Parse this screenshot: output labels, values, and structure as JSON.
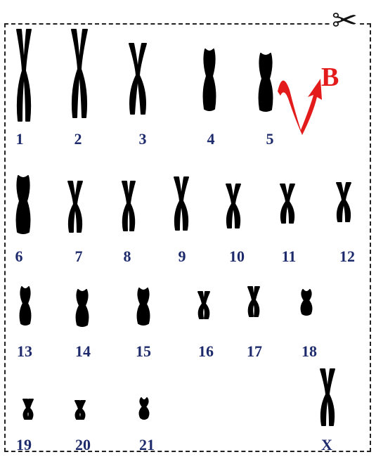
{
  "chromosomes": [
    {
      "label": "1"
    },
    {
      "label": "2"
    },
    {
      "label": "3"
    },
    {
      "label": "4"
    },
    {
      "label": "5"
    },
    {
      "label": "6"
    },
    {
      "label": "7"
    },
    {
      "label": "8"
    },
    {
      "label": "9"
    },
    {
      "label": "10"
    },
    {
      "label": "11"
    },
    {
      "label": "12"
    },
    {
      "label": "13"
    },
    {
      "label": "14"
    },
    {
      "label": "15"
    },
    {
      "label": "16"
    },
    {
      "label": "17"
    },
    {
      "label": "18"
    },
    {
      "label": "19"
    },
    {
      "label": "20"
    },
    {
      "label": "21"
    },
    {
      "label": "X"
    }
  ],
  "mutation_marker": {
    "letter": "B",
    "color": "#e31b1b"
  },
  "colors": {
    "label": "#1d2a6b",
    "chromosome": "#000000",
    "border": "#222222"
  },
  "icons": {
    "cut": "scissors-icon"
  }
}
